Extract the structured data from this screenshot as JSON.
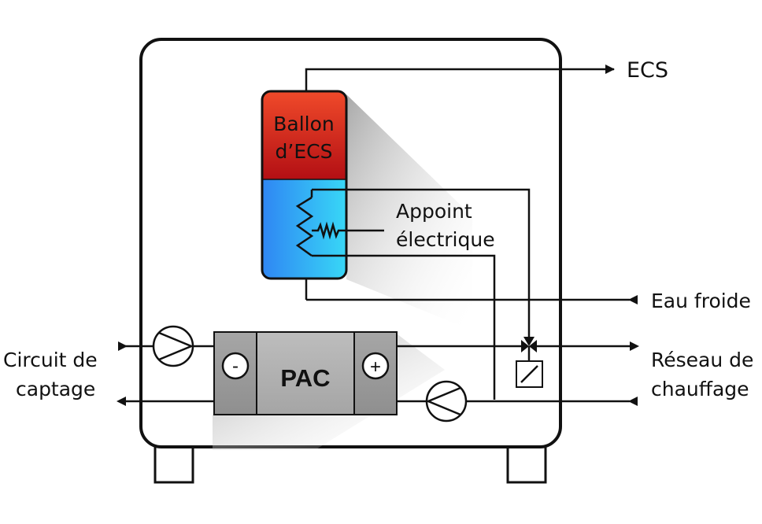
{
  "labels": {
    "tank_top": "Ballon",
    "tank_bottom": "d’ECS",
    "ecs": "ECS",
    "appoint_line1": "Appoint",
    "appoint_line2": "électrique",
    "eau_froide": "Eau froide",
    "circuit_line1": "Circuit de",
    "circuit_line2": "captage",
    "reseau_line1": "Réseau de",
    "reseau_line2": "chauffage",
    "pac": "PAC",
    "minus": "-",
    "plus": "+"
  },
  "colors": {
    "tank_top_gradient": [
      "#f04a2a",
      "#b30f14"
    ],
    "tank_bottom_gradient": [
      "#2f86f3",
      "#38d7f6"
    ],
    "pac_body": "#b3b3b3",
    "pac_side": "#9a9a9a",
    "line": "#111111",
    "shadow": "#9a9a9a"
  }
}
